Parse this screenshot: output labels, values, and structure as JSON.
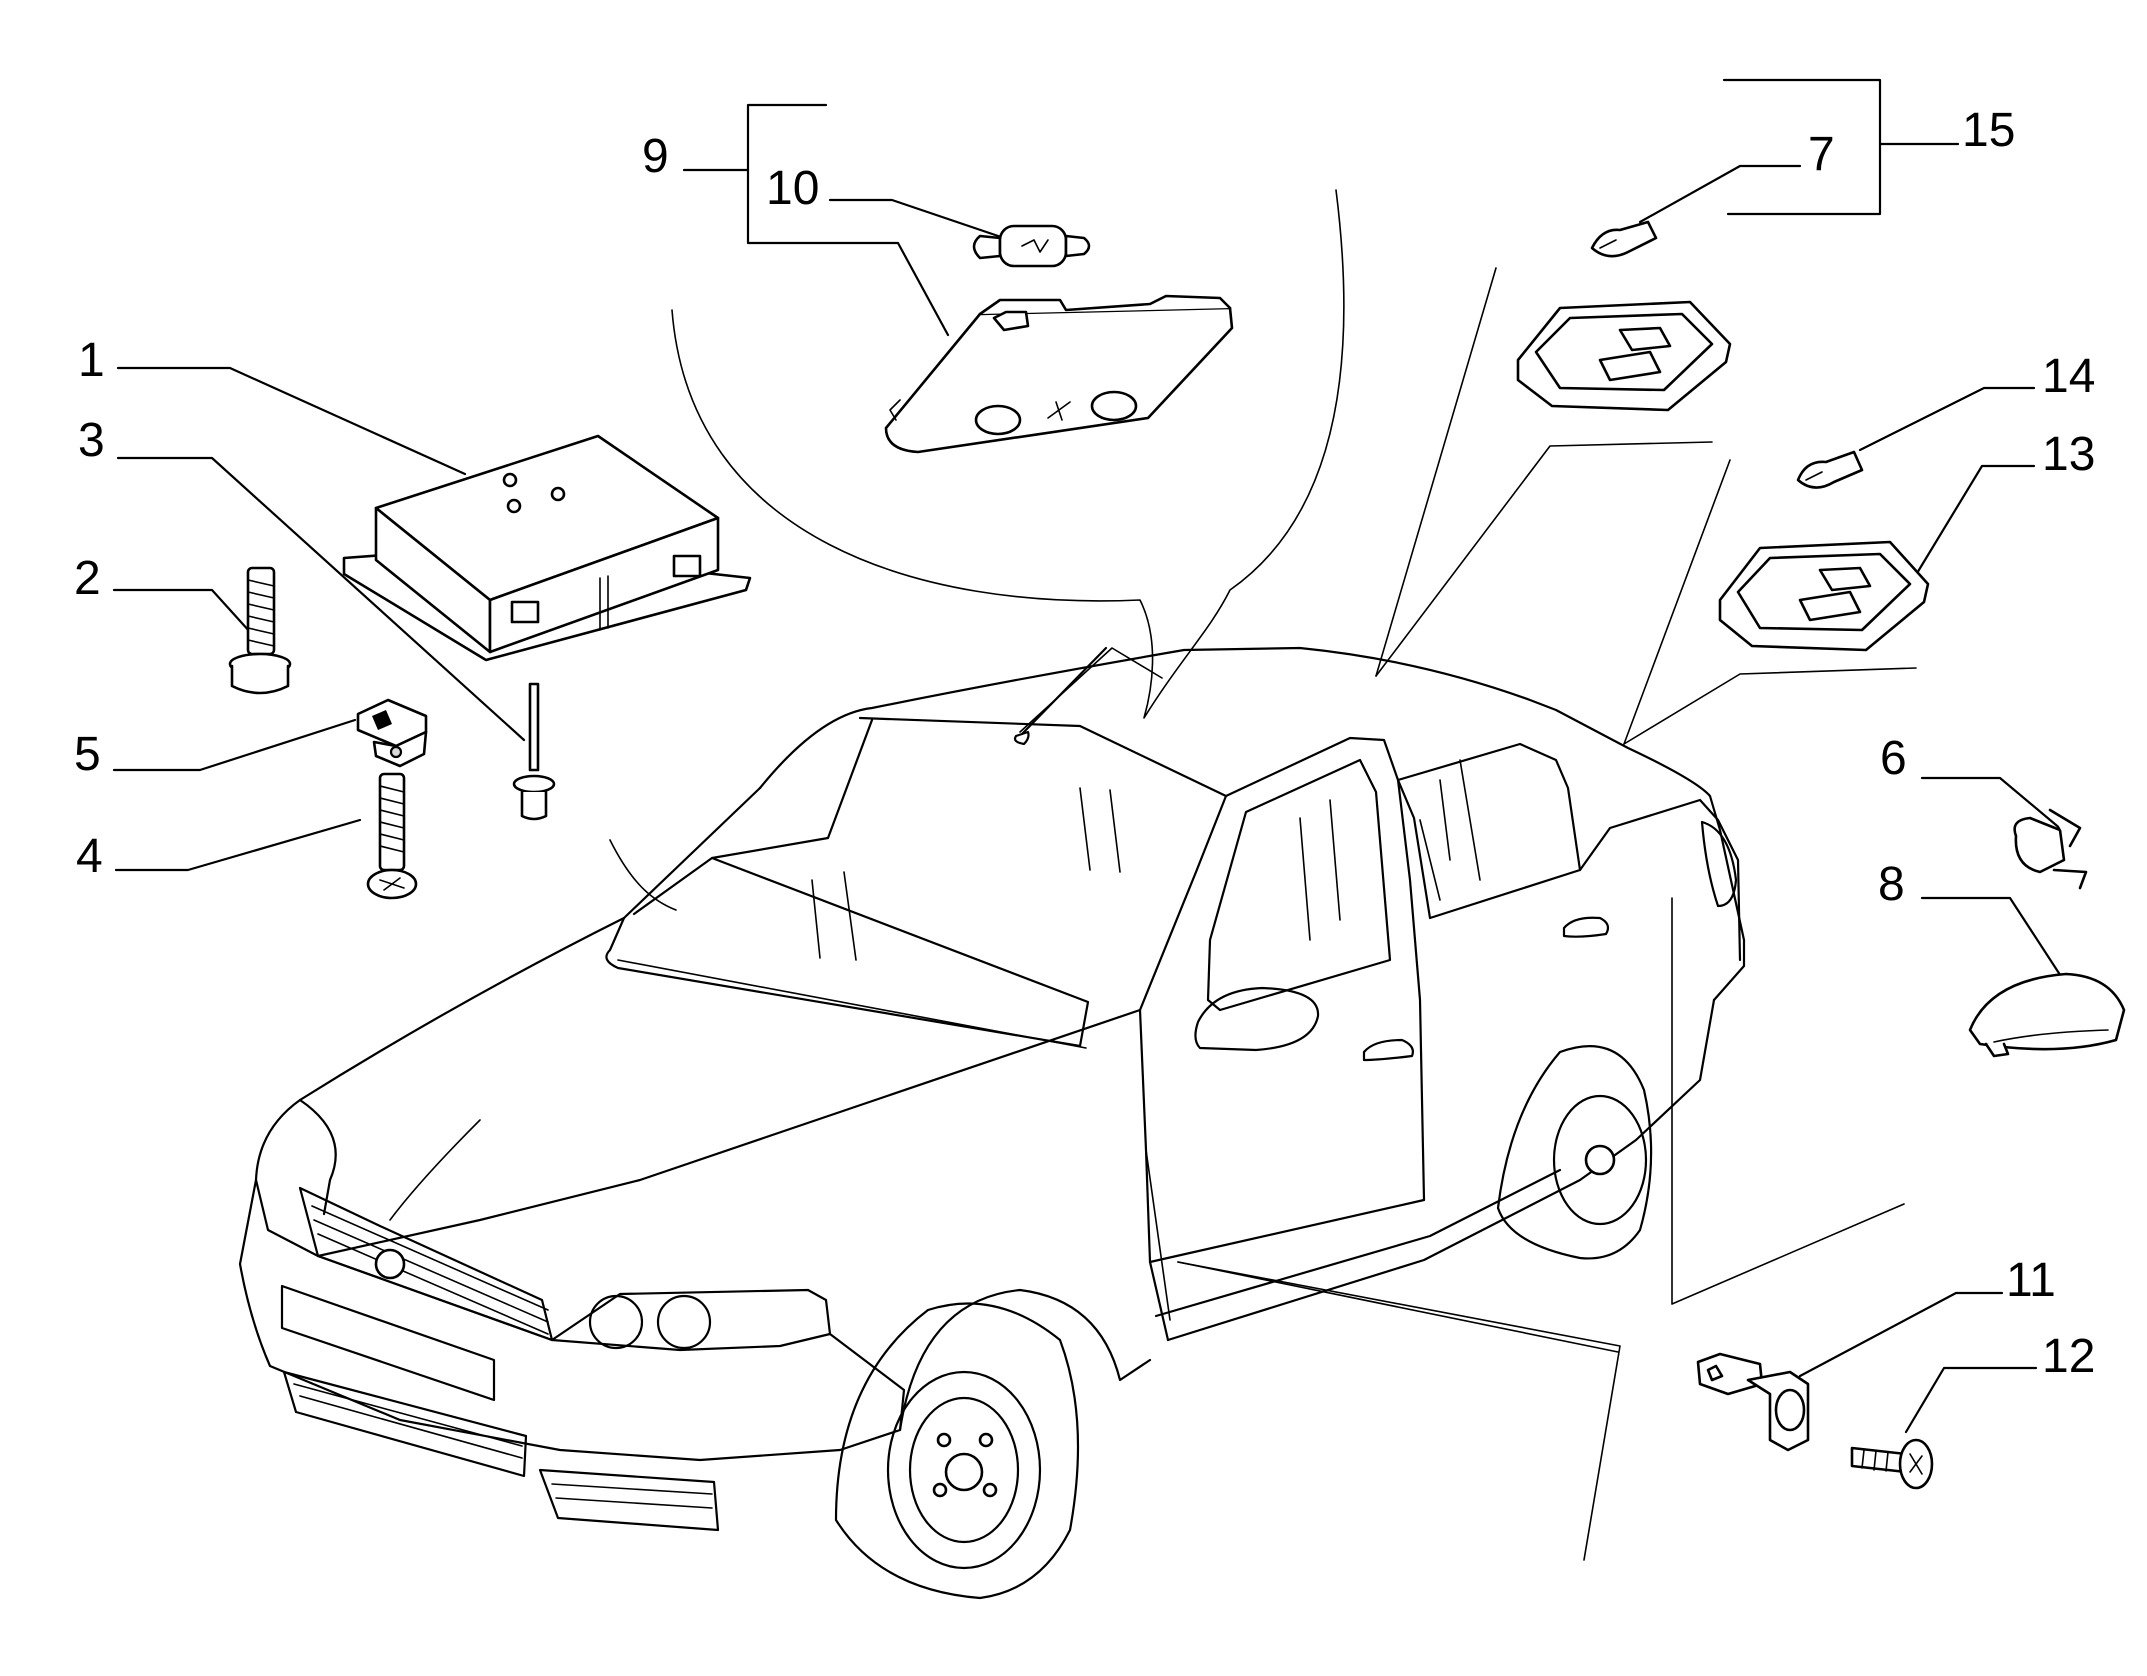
{
  "callouts": [
    {
      "id": "c1",
      "text": "1"
    },
    {
      "id": "c2",
      "text": "2"
    },
    {
      "id": "c3",
      "text": "3"
    },
    {
      "id": "c4",
      "text": "4"
    },
    {
      "id": "c5",
      "text": "5"
    },
    {
      "id": "c6",
      "text": "6"
    },
    {
      "id": "c7",
      "text": "7"
    },
    {
      "id": "c8",
      "text": "8"
    },
    {
      "id": "c9",
      "text": "9"
    },
    {
      "id": "c10",
      "text": "10"
    },
    {
      "id": "c11",
      "text": "11"
    },
    {
      "id": "c12",
      "text": "12"
    },
    {
      "id": "c13",
      "text": "13"
    },
    {
      "id": "c14",
      "text": "14"
    },
    {
      "id": "c15",
      "text": "15"
    }
  ],
  "colors": {
    "line": "#000000",
    "background": "#ffffff"
  }
}
